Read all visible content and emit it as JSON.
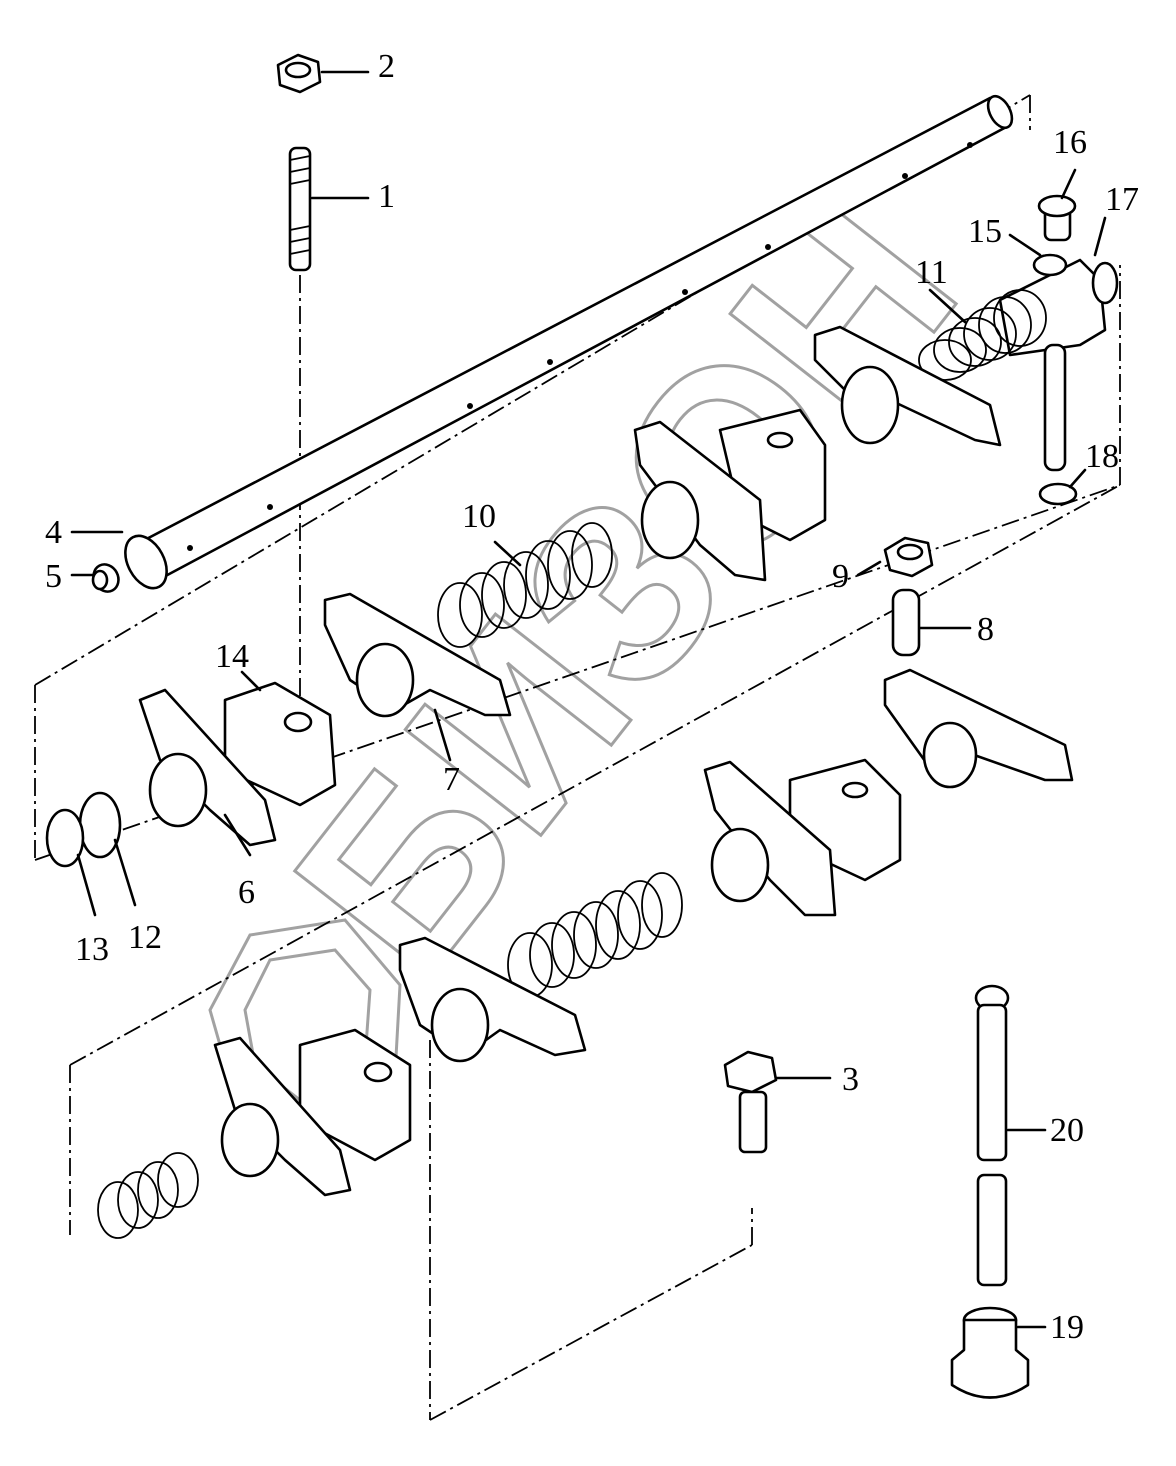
{
  "callouts": {
    "c1": "1",
    "c2": "2",
    "c3": "3",
    "c4": "4",
    "c5": "5",
    "c6": "6",
    "c7": "7",
    "c8": "8",
    "c9": "9",
    "c10": "10",
    "c11": "11",
    "c12": "12",
    "c13": "13",
    "c14": "14",
    "c15": "15",
    "c16": "16",
    "c17": "17",
    "c18": "18",
    "c19": "19",
    "c20": "20"
  },
  "watermark": "БИЗОН"
}
